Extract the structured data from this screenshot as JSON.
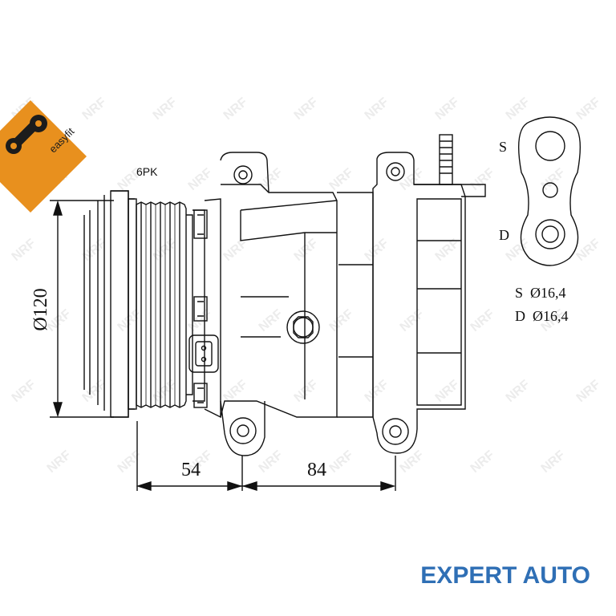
{
  "badge": {
    "text": "easyfit",
    "color": "#e8901e"
  },
  "labels": {
    "belt": "6PK",
    "diameter": "Ø120",
    "dim_left": "54",
    "dim_right": "84",
    "port_s": "S",
    "port_d": "D",
    "spec_s": "S  Ø16,4",
    "spec_d": "D  Ø16,4"
  },
  "watermark": {
    "text": "NRF"
  },
  "brand": {
    "text": "EXPERT AUTO",
    "color": "#2f6fb5"
  }
}
